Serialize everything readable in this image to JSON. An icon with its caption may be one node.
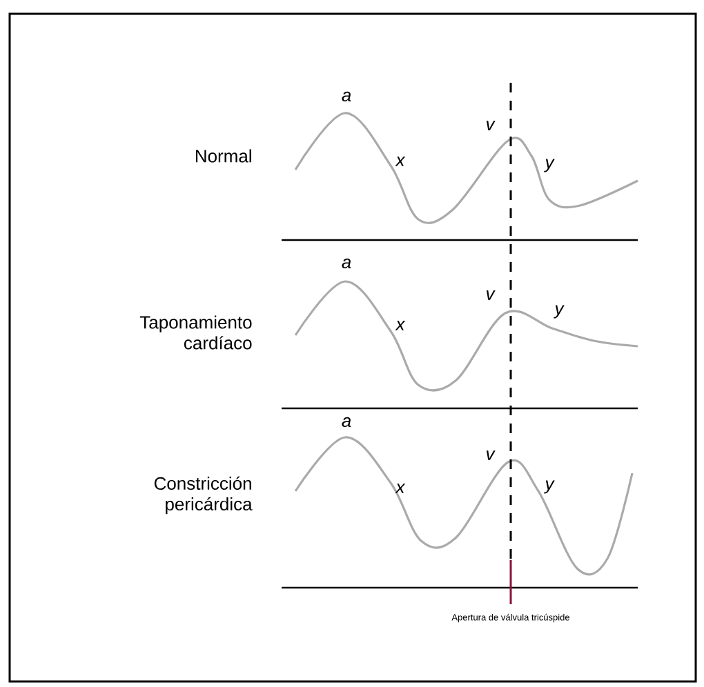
{
  "diagram": {
    "labels": [
      "Normal",
      "a",
      "x",
      "v",
      "y",
      "Taponamiento cardíaco",
      "a",
      "x",
      "v",
      "y",
      "Constricción pericárdica",
      "a",
      "x",
      "v",
      "y",
      "Apertura de válvula tricúspide"
    ]
  }
}
